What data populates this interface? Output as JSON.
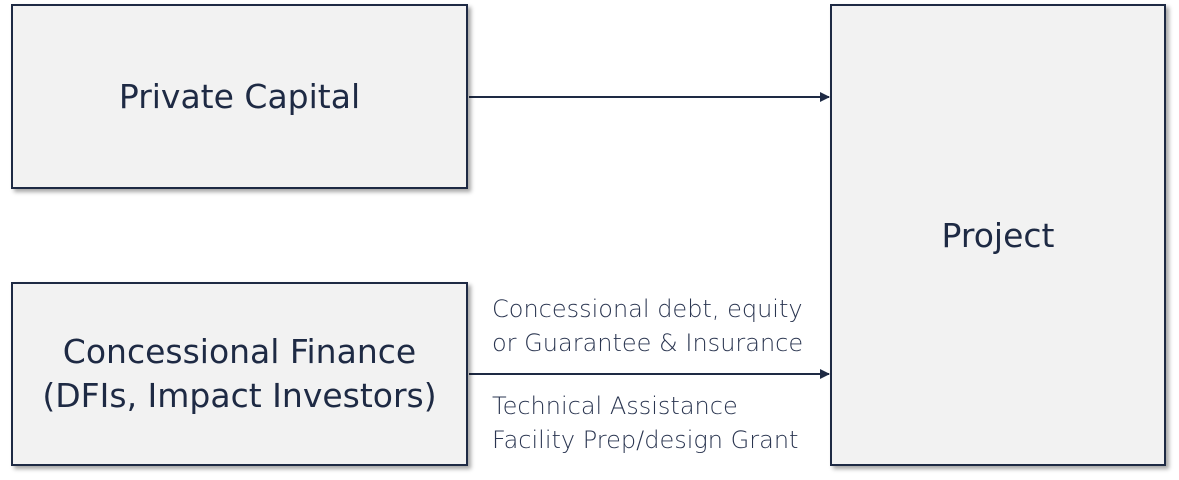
{
  "nodes": {
    "private_capital": "Private Capital",
    "concessional_finance": {
      "line1": "Concessional Finance",
      "line2": "(DFIs, Impact Investors)"
    },
    "project": "Project"
  },
  "edges": {
    "concessional_to_project": {
      "upper_label": {
        "line1": "Concessional debt, equity",
        "line2": "or Guarantee & Insurance"
      },
      "lower_label": {
        "line1": "Technical Assistance",
        "line2": "Facility Prep/design Grant"
      }
    }
  },
  "colors": {
    "box_fill": "#f2f2f2",
    "stroke": "#1e2a44",
    "text": "#1e2a44"
  }
}
